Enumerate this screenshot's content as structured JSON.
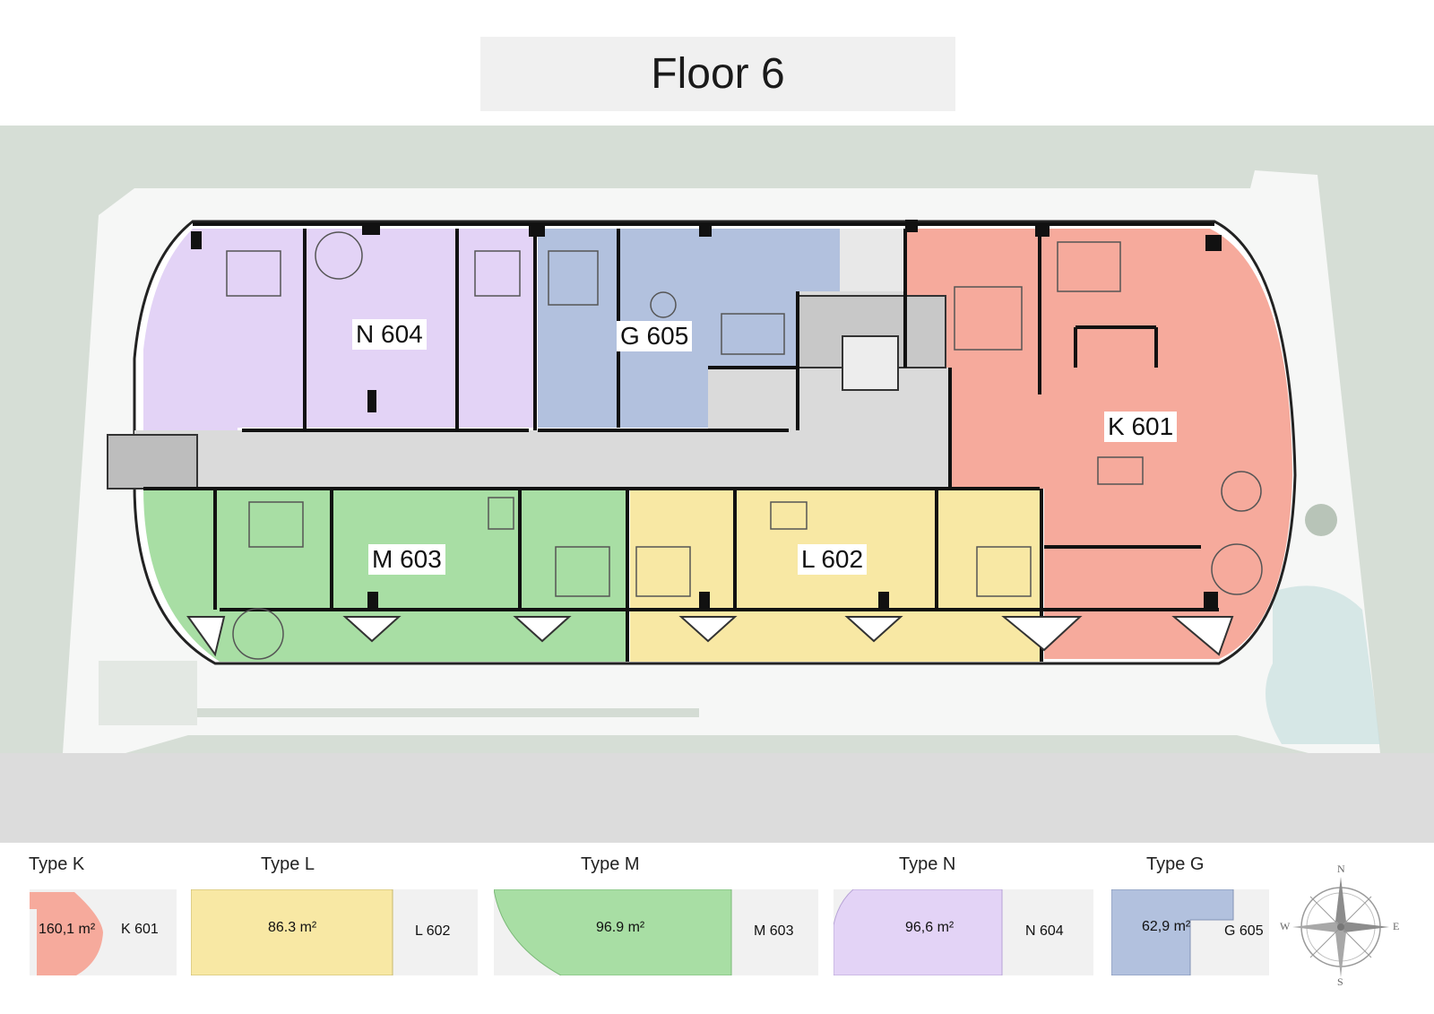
{
  "title": "Floor 6",
  "colors": {
    "type_k": "#f6aa9c",
    "type_l": "#f8e8a4",
    "type_m": "#a8dea4",
    "type_n": "#e3d3f6",
    "type_g": "#b2c1de",
    "corridor": "#dadada",
    "grounds": "#d6ded6",
    "road": "#dcdcdc"
  },
  "units": [
    {
      "code": "N 604",
      "type": "N"
    },
    {
      "code": "G 605",
      "type": "G"
    },
    {
      "code": "K 601",
      "type": "K"
    },
    {
      "code": "M 603",
      "type": "M"
    },
    {
      "code": "L 602",
      "type": "L"
    }
  ],
  "legend": [
    {
      "type": "Type K",
      "area": "160,1 m²",
      "code": "K 601"
    },
    {
      "type": "Type L",
      "area": "86.3 m²",
      "code": "L 602"
    },
    {
      "type": "Type M",
      "area": "96.9 m²",
      "code": "M 603"
    },
    {
      "type": "Type N",
      "area": "96,6 m²",
      "code": "N 604"
    },
    {
      "type": "Type G",
      "area": "62,9 m²",
      "code": "G 605"
    }
  ],
  "compass": {
    "n": "N",
    "e": "E",
    "s": "S",
    "w": "W"
  }
}
